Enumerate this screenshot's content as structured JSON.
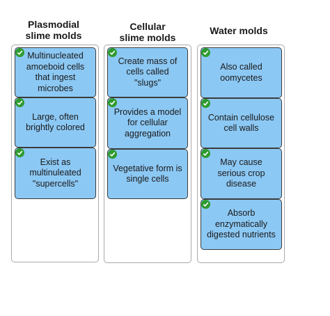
{
  "columns": [
    {
      "title_line1": "Plasmodial",
      "title_line2": "slime molds",
      "cards": [
        {
          "text": "Multinucleated amoeboid cells that ingest microbes",
          "status_icon": "check-icon"
        },
        {
          "text": "Large, often brightly colored",
          "status_icon": "check-icon"
        },
        {
          "text": "Exist as multinuleated \"supercells\"",
          "status_icon": "check-icon"
        }
      ]
    },
    {
      "title_line1": "Cellular",
      "title_line2": "slime molds",
      "cards": [
        {
          "text": "Create mass of cells called \"slugs\"",
          "status_icon": "check-icon"
        },
        {
          "text": "Provides a model for cellular aggregation",
          "status_icon": "check-icon"
        },
        {
          "text": "Vegetative form is single cells",
          "status_icon": "check-icon"
        }
      ]
    },
    {
      "title_line1": "Water molds",
      "title_line2": "",
      "cards": [
        {
          "text": "Also called oomycetes",
          "status_icon": "check-icon"
        },
        {
          "text": "Contain cellulose cell walls",
          "status_icon": "check-icon"
        },
        {
          "text": "May cause serious crop disease",
          "status_icon": "check-icon"
        },
        {
          "text": "Absorb enzymatically digested nutrients",
          "status_icon": "check-icon"
        }
      ]
    }
  ],
  "colors": {
    "card_fill": "#8cc8f4",
    "card_border": "#3b3b3b",
    "bin_border": "#a9a9a9",
    "check": "#2e9b2e"
  }
}
